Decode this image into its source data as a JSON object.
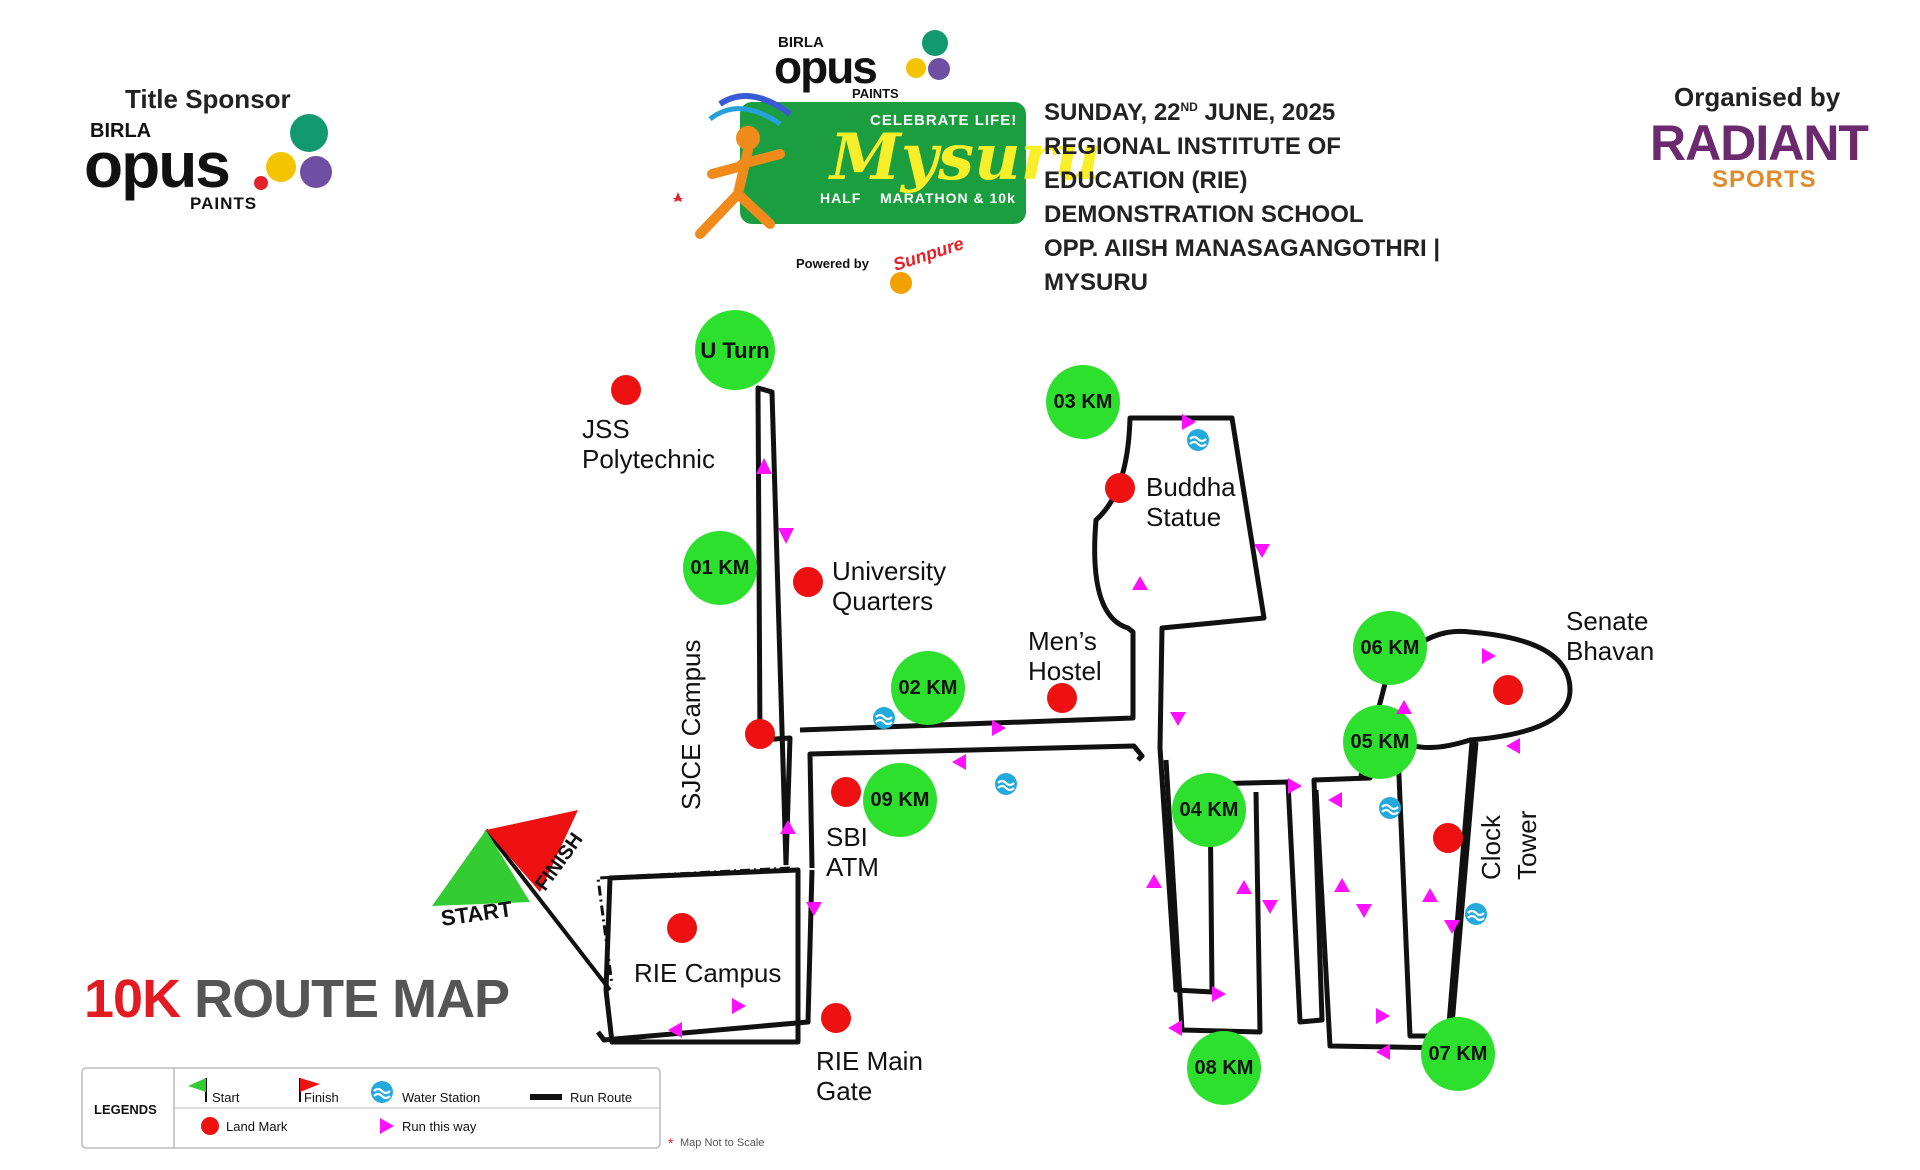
{
  "header": {
    "title_sponsor_label": "Title Sponsor",
    "brand_top": "BIRLA",
    "brand_name": "opus",
    "brand_sub": "PAINTS",
    "event_tagline": "CELEBRATE LIFE!",
    "event_name": "Mysuru",
    "event_sub_left": "HALF",
    "event_sub_right": "MARATHON & 10k",
    "powered_by": "Powered by",
    "powered_brand": "Sunpure",
    "date_prefix": "SUNDAY, 22",
    "date_sup": "ND",
    "date_suffix": " JUNE, 2025",
    "venue_line1": "REGIONAL INSTITUTE OF EDUCATION (RIE)",
    "venue_line2": "DEMONSTRATION SCHOOL",
    "venue_line3": "OPP. AIISH MANASAGANGOTHRI | MYSURU",
    "organised_by_label": "Organised by",
    "organiser_name": "RADIANT",
    "organiser_sub": "SPORTS"
  },
  "map": {
    "title_red": "10K",
    "title_gray": "ROUTE MAP",
    "start_label": "START",
    "finish_label": "FINISH",
    "km_markers": [
      "U Turn",
      "01 KM",
      "02 KM",
      "03 KM",
      "04 KM",
      "05 KM",
      "06 KM",
      "07 KM",
      "08 KM",
      "09 KM"
    ],
    "landmarks": {
      "jss": [
        "JSS",
        "Polytechnic"
      ],
      "university": [
        "University",
        "Quarters"
      ],
      "mens_hostel": [
        "Men’s",
        "Hostel"
      ],
      "buddha": [
        "Buddha",
        "Statue"
      ],
      "senate": [
        "Senate",
        "Bhavan"
      ],
      "clock": [
        "Clock",
        "Tower"
      ],
      "sjce": "SJCE Campus",
      "sbi": [
        "SBI",
        "ATM"
      ],
      "rie_campus": "RIE Campus",
      "rie_gate": [
        "RIE Main",
        "Gate"
      ]
    },
    "note": "Map Not to Scale"
  },
  "legend": {
    "heading": "LEGENDS",
    "start": "Start",
    "finish": "Finish",
    "water": "Water Station",
    "route": "Run Route",
    "landmark": "Land Mark",
    "direction": "Run this way"
  },
  "colors": {
    "km_green": "#2ee02e",
    "landmark_red": "#ee1111",
    "arrow_magenta": "#ff11ff",
    "water_blue": "#22aadd",
    "title_red": "#e21b23",
    "title_gray": "#555555",
    "event_green": "#1a9e3f",
    "radiant_purple": "#6b2a6e",
    "radiant_orange": "#e08a2c"
  }
}
